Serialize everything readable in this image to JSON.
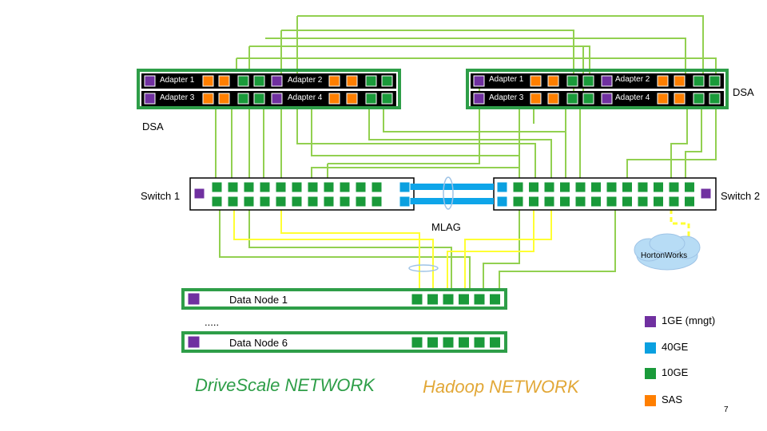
{
  "dsa_left": {
    "label": "DSA",
    "adapters": [
      "Adapter 1",
      "Adapter 2",
      "Adapter 3",
      "Adapter 4"
    ]
  },
  "dsa_right": {
    "label": "DSA",
    "adapters": [
      "Adapter 1",
      "Adapter 2",
      "Adapter 3",
      "Adapter 4"
    ]
  },
  "switches": {
    "left": "Switch 1",
    "right": "Switch 2",
    "mlag": "MLAG"
  },
  "cloud": {
    "label": "HortonWorks"
  },
  "nodes": {
    "first": "Data Node 1",
    "ellipsis": ".....",
    "last": "Data Node 6"
  },
  "networks": {
    "drivescale": "DriveScale NETWORK",
    "hadoop": "Hadoop NETWORK"
  },
  "colors": {
    "frame": "#2e9e48",
    "port_10ge": "#1a9a3a",
    "port_1ge": "#7030a0",
    "port_40ge": "#0aa0e0",
    "port_sas": "#ff7f00",
    "cable": "#92d050",
    "cable_hadoop": "#ffff33",
    "cloud": "#b7dcf5",
    "mlag_link": "#0ea5e9"
  },
  "legend": [
    {
      "label": "1GE (mngt)",
      "color": "#7030a0"
    },
    {
      "label": "40GE",
      "color": "#0aa0e0"
    },
    {
      "label": "10GE",
      "color": "#1a9a3a"
    },
    {
      "label": "SAS",
      "color": "#ff7f00"
    }
  ],
  "page_number": "7"
}
